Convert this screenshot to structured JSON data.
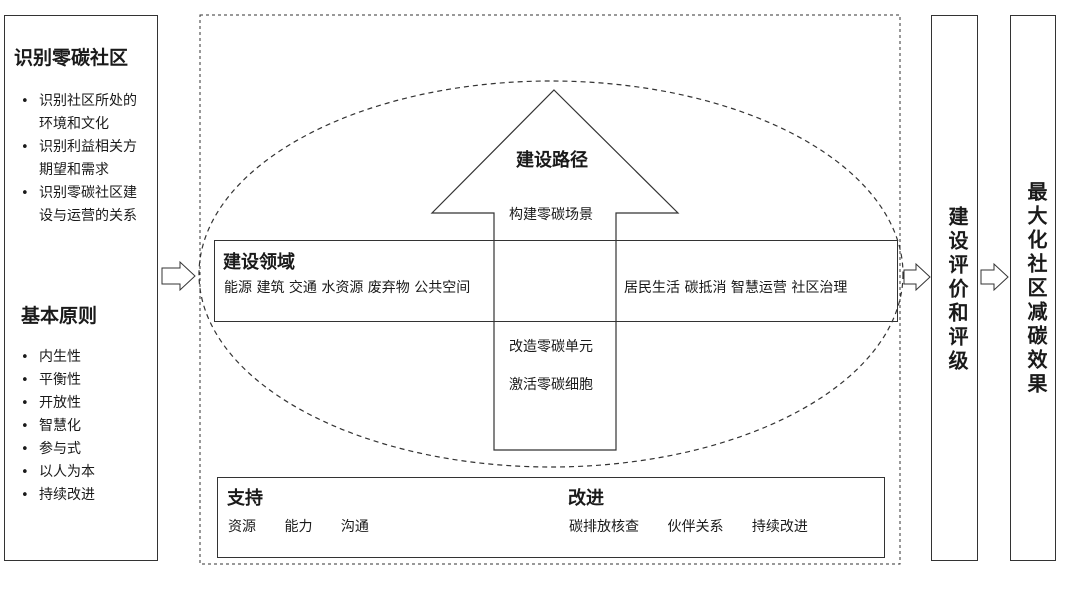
{
  "left_panel": {
    "identify_title": "识别零碳社区",
    "identify_items": [
      "识别社区所处的环境和文化",
      "识别利益相关方期望和需求",
      "识别零碳社区建设与运营的关系"
    ],
    "principles_title": "基本原则",
    "principles_items": [
      "内生性",
      "平衡性",
      "开放性",
      "智慧化",
      "参与式",
      "以人为本",
      "持续改进"
    ]
  },
  "center": {
    "path_title": "建设路径",
    "path_step1": "构建零碳场景",
    "path_step2": "改造零碳单元",
    "path_step3": "激活零碳细胞",
    "domain_title": "建设领域",
    "domain_left": "能源 建筑 交通 水资源 废弃物 公共空间",
    "domain_right": "居民生活 碳抵消 智慧运营 社区治理"
  },
  "support": {
    "support_title": "支持",
    "support_items": [
      "资源",
      "能力",
      "沟通"
    ],
    "improve_title": "改进",
    "improve_items": [
      "碳排放核查",
      "伙伴关系",
      "持续改进"
    ]
  },
  "evaluation": {
    "label": "建设评价和评级"
  },
  "result": {
    "label": "最大化社区减碳效果"
  }
}
